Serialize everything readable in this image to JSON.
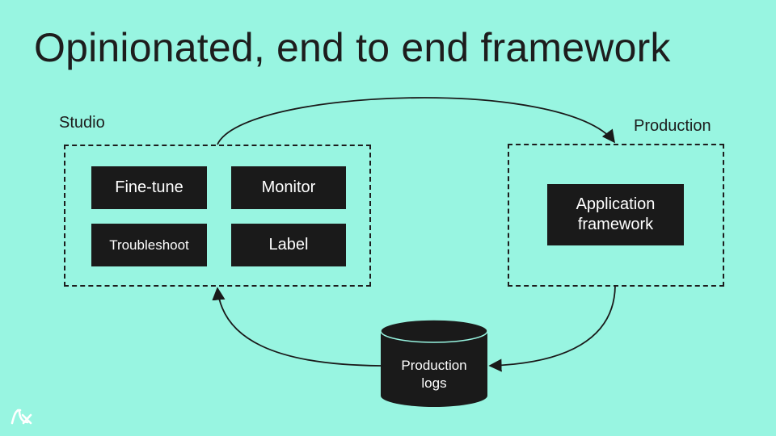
{
  "slide": {
    "title": "Opinionated, end to end framework"
  },
  "studio": {
    "label": "Studio",
    "tools": [
      "Fine-tune",
      "Monitor",
      "Troubleshoot",
      "Label"
    ]
  },
  "production": {
    "label": "Production",
    "app_line1": "Application",
    "app_line2": "framework"
  },
  "logs": {
    "line1": "Production",
    "line2": "logs"
  },
  "colors": {
    "background": "#98F5E1",
    "ink": "#1a1a1a",
    "box_text": "#ffffff"
  },
  "icons": {
    "brand": "brand-logo-icon"
  }
}
